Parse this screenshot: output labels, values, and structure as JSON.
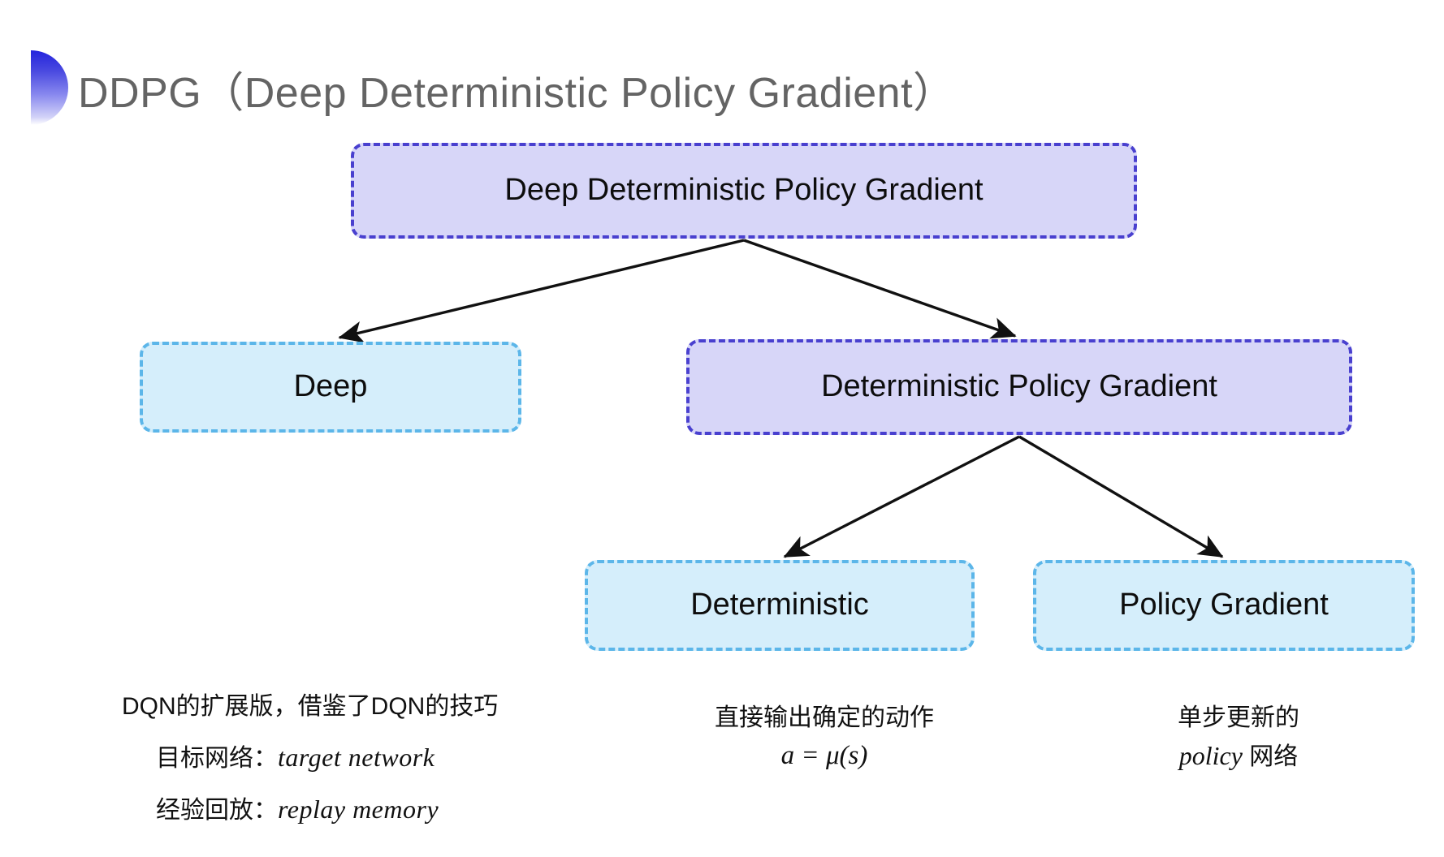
{
  "slide": {
    "title": "DDPG（Deep Deterministic Policy Gradient）",
    "bullet_icon": "half-circle-bullet-icon",
    "background_color": "#ffffff",
    "title_color": "#646464"
  },
  "colors": {
    "purple_fill": "#d7d6f8",
    "purple_border": "#4940cf",
    "cyan_fill": "#d5eefb",
    "cyan_border": "#5cb6e9",
    "arrow": "#111111",
    "bullet_gradient_start": "#2323dd",
    "bullet_gradient_end": "#ffffff"
  },
  "diagram": {
    "type": "tree",
    "nodes": [
      {
        "id": "root",
        "label": "Deep Deterministic Policy Gradient",
        "style": "purple"
      },
      {
        "id": "deep",
        "label": "Deep",
        "style": "cyan"
      },
      {
        "id": "dpg",
        "label": "Deterministic Policy Gradient",
        "style": "purple"
      },
      {
        "id": "det",
        "label": "Deterministic",
        "style": "cyan"
      },
      {
        "id": "pg",
        "label": "Policy Gradient",
        "style": "cyan"
      }
    ],
    "edges": [
      {
        "from": "root",
        "to": "deep"
      },
      {
        "from": "root",
        "to": "dpg"
      },
      {
        "from": "dpg",
        "to": "det"
      },
      {
        "from": "dpg",
        "to": "pg"
      }
    ]
  },
  "annotations": {
    "left": {
      "line1": "DQN的扩展版，借鉴了DQN的技巧",
      "line2_label": "目标网络：",
      "line2_term": "target network",
      "line3_label": "经验回放：",
      "line3_term": "replay memory"
    },
    "middle": {
      "line1": "直接输出确定的动作",
      "formula": "a = μ(s)"
    },
    "right": {
      "line1": "单步更新的",
      "line2_term": "policy",
      "line2_suffix": " 网络"
    }
  }
}
